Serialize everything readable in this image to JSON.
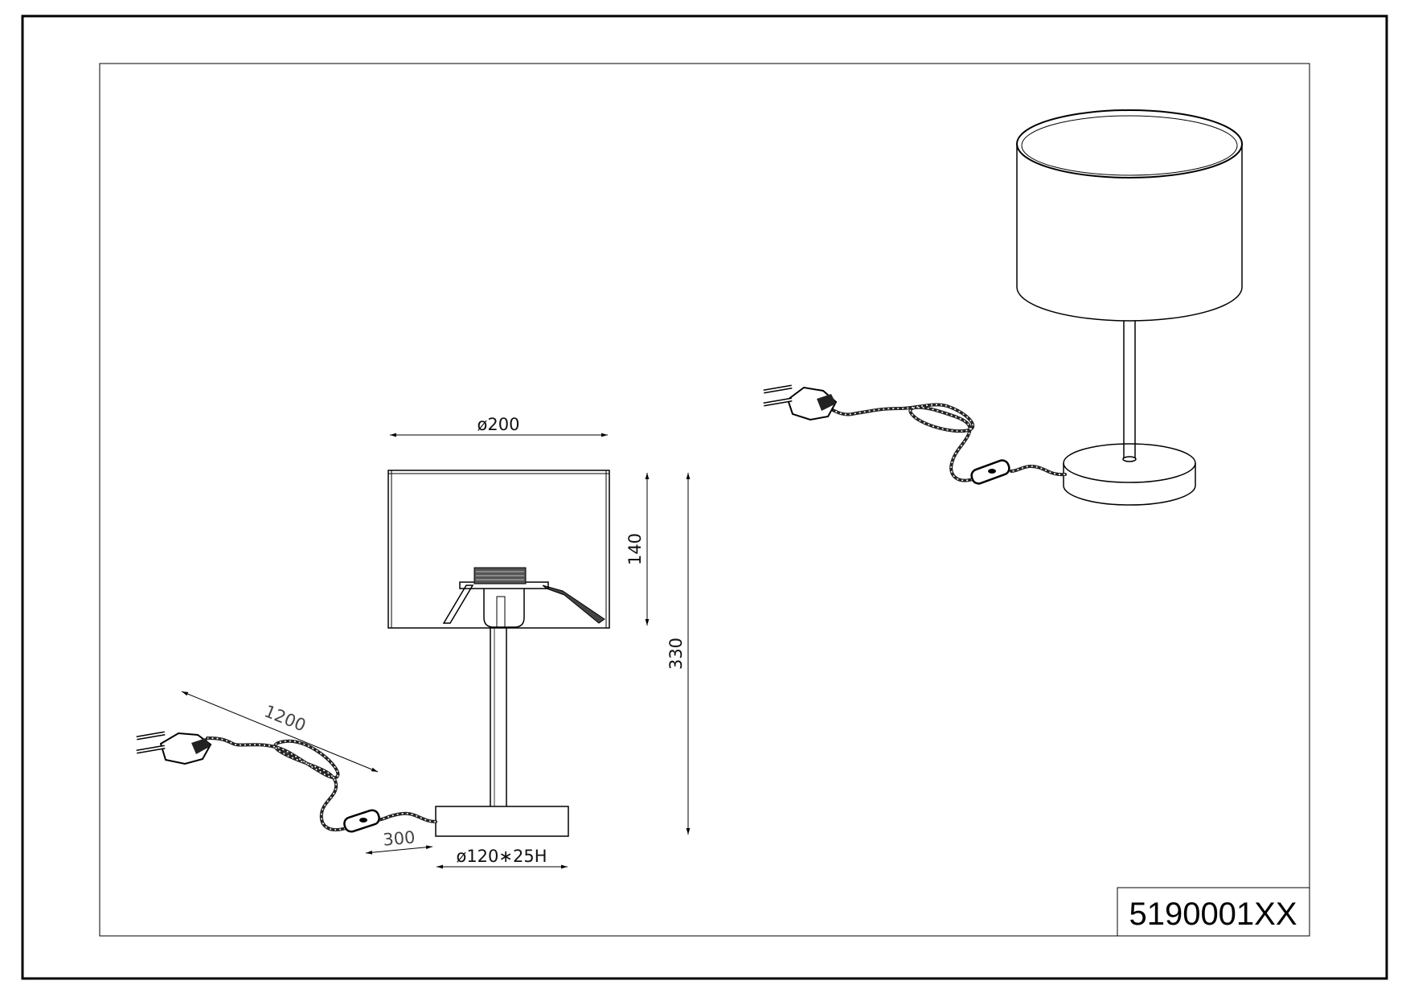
{
  "drawing": {
    "part_number": "5190001XX",
    "dimensions": {
      "shade_diameter": "ø200",
      "shade_height": "140",
      "total_height": "330",
      "cord_length": "1200",
      "switch_distance": "300",
      "base_size": "ø120∗25H"
    }
  },
  "colors": {
    "line": "#000000",
    "background": "#ffffff"
  }
}
